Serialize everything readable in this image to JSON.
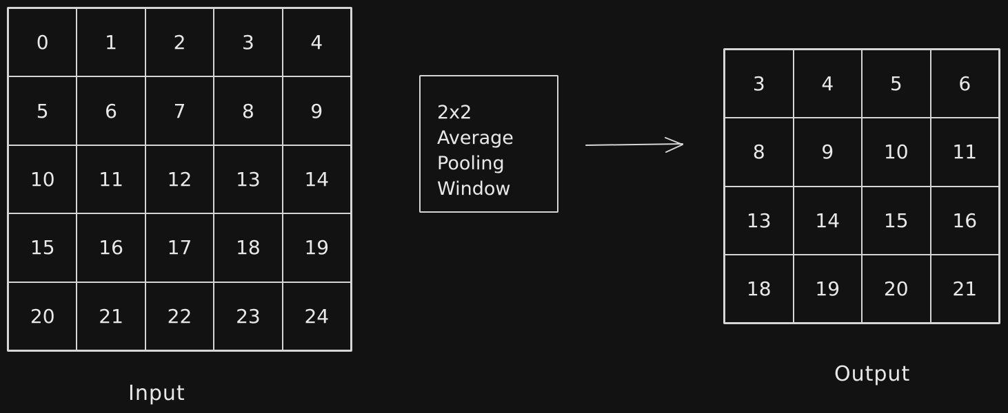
{
  "colors": {
    "bg": "#121212",
    "stroke": "#d6d6d6",
    "text": "#e9e9e9"
  },
  "input_grid": {
    "label": "Input",
    "rows": [
      [
        0,
        1,
        2,
        3,
        4
      ],
      [
        5,
        6,
        7,
        8,
        9
      ],
      [
        10,
        11,
        12,
        13,
        14
      ],
      [
        15,
        16,
        17,
        18,
        19
      ],
      [
        20,
        21,
        22,
        23,
        24
      ]
    ]
  },
  "pooling_box": {
    "lines": [
      "2x2",
      "Average",
      "Pooling",
      "Window"
    ]
  },
  "output_grid": {
    "label": "Output",
    "rows": [
      [
        3,
        4,
        5,
        6
      ],
      [
        8,
        9,
        10,
        11
      ],
      [
        13,
        14,
        15,
        16
      ],
      [
        18,
        19,
        20,
        21
      ]
    ]
  }
}
